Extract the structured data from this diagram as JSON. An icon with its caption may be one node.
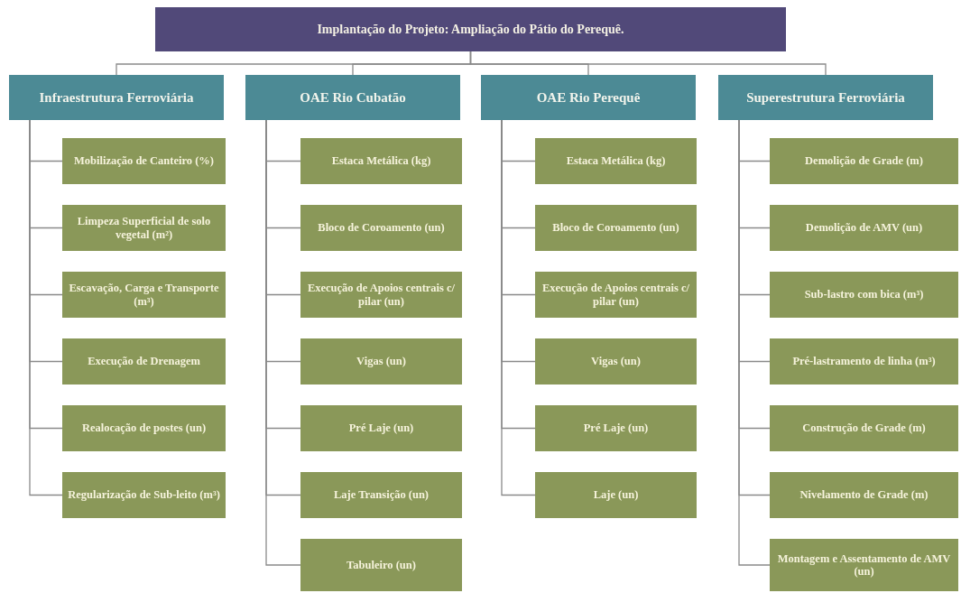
{
  "diagram": {
    "nodes": [
      {
        "text": [
          "Implantação do Projeto: Ampliação do Pátio do Perequê."
        ]
      },
      {
        "text": [
          "Infraestrutura Ferroviária"
        ]
      },
      {
        "text": [
          "OAE Rio Cubatão"
        ]
      },
      {
        "text": [
          "OAE Rio Perequê"
        ]
      },
      {
        "text": [
          "Superestrutura Ferroviária"
        ]
      },
      {
        "text": [
          "Mobilização de Canteiro (%)"
        ]
      },
      {
        "text": [
          "Limpeza Superficial de solo vegetal (m²)"
        ]
      },
      {
        "text": [
          "Escavação, Carga e Transporte (m³)"
        ]
      },
      {
        "text": [
          "Execução de Drenagem"
        ]
      },
      {
        "text": [
          "Realocação de postes (un)"
        ]
      },
      {
        "text": [
          "Regularização de Sub-leito (m³)"
        ]
      },
      {
        "text": [
          "Estaca Metálica (kg)"
        ]
      },
      {
        "text": [
          "Bloco de Coroamento (un)"
        ]
      },
      {
        "text": [
          "Execução de Apoios centrais c/ pilar (un)"
        ]
      },
      {
        "text": [
          "Vigas (un)"
        ]
      },
      {
        "text": [
          "Pré Laje (un)"
        ]
      },
      {
        "text": [
          "Laje Transição (un)"
        ]
      },
      {
        "text": [
          "Tabuleiro (un)"
        ]
      },
      {
        "text": [
          "Estaca Metálica (kg)"
        ]
      },
      {
        "text": [
          "Bloco de Coroamento (un)"
        ]
      },
      {
        "text": [
          "Execução de Apoios centrais c/ pilar (un)"
        ]
      },
      {
        "text": [
          "Vigas (un)"
        ]
      },
      {
        "text": [
          "Pré Laje (un)"
        ]
      },
      {
        "text": [
          "Laje (un)"
        ]
      },
      {
        "text": [
          "Demolição de Grade (m)"
        ]
      },
      {
        "text": [
          "Demolição de AMV (un)"
        ]
      },
      {
        "text": [
          "Sub-lastro com bica (m³)"
        ]
      },
      {
        "text": [
          "Pré-lastramento de linha (m³)"
        ]
      },
      {
        "text": [
          "Construção de Grade (m)"
        ]
      },
      {
        "text": [
          "Nivelamento de Grade (m)"
        ]
      },
      {
        "text": [
          "Montagem e Assentamento de AMV (un)"
        ]
      }
    ],
    "edges": [
      {
        "from": 0,
        "to": 1,
        "arrow": "none"
      },
      {
        "from": 0,
        "to": 2,
        "arrow": "none"
      },
      {
        "from": 0,
        "to": 3,
        "arrow": "none"
      },
      {
        "from": 0,
        "to": 4,
        "arrow": "none"
      },
      {
        "from": 1,
        "to": 5,
        "arrow": "none"
      },
      {
        "from": 1,
        "to": 6,
        "arrow": "none"
      },
      {
        "from": 1,
        "to": 7,
        "arrow": "none"
      },
      {
        "from": 1,
        "to": 8,
        "arrow": "none"
      },
      {
        "from": 1,
        "to": 9,
        "arrow": "none"
      },
      {
        "from": 1,
        "to": 10,
        "arrow": "none"
      },
      {
        "from": 2,
        "to": 11,
        "arrow": "none"
      },
      {
        "from": 2,
        "to": 12,
        "arrow": "none"
      },
      {
        "from": 2,
        "to": 13,
        "arrow": "none"
      },
      {
        "from": 2,
        "to": 14,
        "arrow": "none"
      },
      {
        "from": 2,
        "to": 15,
        "arrow": "none"
      },
      {
        "from": 2,
        "to": 16,
        "arrow": "none"
      },
      {
        "from": 2,
        "to": 17,
        "arrow": "none"
      },
      {
        "from": 3,
        "to": 18,
        "arrow": "none"
      },
      {
        "from": 3,
        "to": 19,
        "arrow": "none"
      },
      {
        "from": 3,
        "to": 20,
        "arrow": "none"
      },
      {
        "from": 3,
        "to": 21,
        "arrow": "none"
      },
      {
        "from": 3,
        "to": 22,
        "arrow": "none"
      },
      {
        "from": 3,
        "to": 23,
        "arrow": "none"
      },
      {
        "from": 4,
        "to": 24,
        "arrow": "none"
      },
      {
        "from": 4,
        "to": 25,
        "arrow": "none"
      },
      {
        "from": 4,
        "to": 26,
        "arrow": "none"
      },
      {
        "from": 4,
        "to": 27,
        "arrow": "none"
      },
      {
        "from": 4,
        "to": 28,
        "arrow": "none"
      },
      {
        "from": 4,
        "to": 29,
        "arrow": "none"
      },
      {
        "from": 4,
        "to": 30,
        "arrow": "none"
      }
    ]
  }
}
